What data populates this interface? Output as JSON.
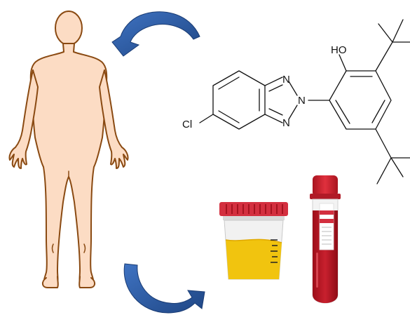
{
  "molecule": {
    "atoms": {
      "ho": "HO",
      "n_top": "N",
      "n_mid": "N",
      "n_bottom": "N",
      "cl": "Cl"
    }
  },
  "colors": {
    "body_fill": "#fcdcc4",
    "body_outline": "#8a4a12",
    "arrow": "#2e5faa",
    "arrow_dark": "#1f4684",
    "cup_body": "#f1f1f1",
    "urine": "#f1c40f",
    "cup_lid": "#d32f3f",
    "blood": "#b3121f",
    "tube_cap": "#c81e2d",
    "bond": "#111111"
  },
  "icons": {
    "human": "human-body-icon",
    "arrow_top": "curved-arrow-icon",
    "arrow_bottom": "curved-arrow-icon",
    "urine_cup": "urine-sample-cup-icon",
    "blood_tube": "blood-sample-tube-icon"
  }
}
